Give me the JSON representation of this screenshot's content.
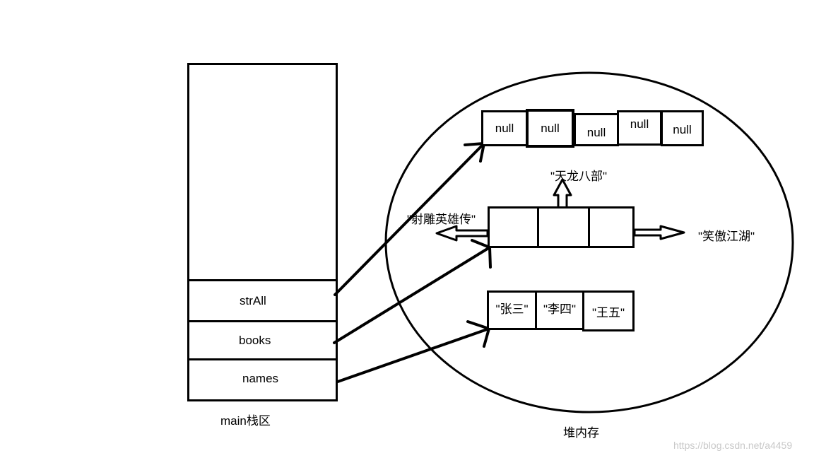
{
  "stack": {
    "caption": "main栈区",
    "vars": [
      "strAll",
      "books",
      "names"
    ]
  },
  "heap": {
    "caption": "堆内存",
    "null_array": [
      "null",
      "null",
      "null",
      "null",
      "null"
    ],
    "books_array": {
      "cells": [
        "",
        "",
        ""
      ],
      "left": "\"射雕英雄传\"",
      "up": "\"天龙八部\"",
      "right": "\"笑傲江湖\""
    },
    "names_array": [
      "\"张三\"",
      "\"李四\"",
      "\"王五\""
    ]
  },
  "watermark": "https://blog.csdn.net/a4459"
}
